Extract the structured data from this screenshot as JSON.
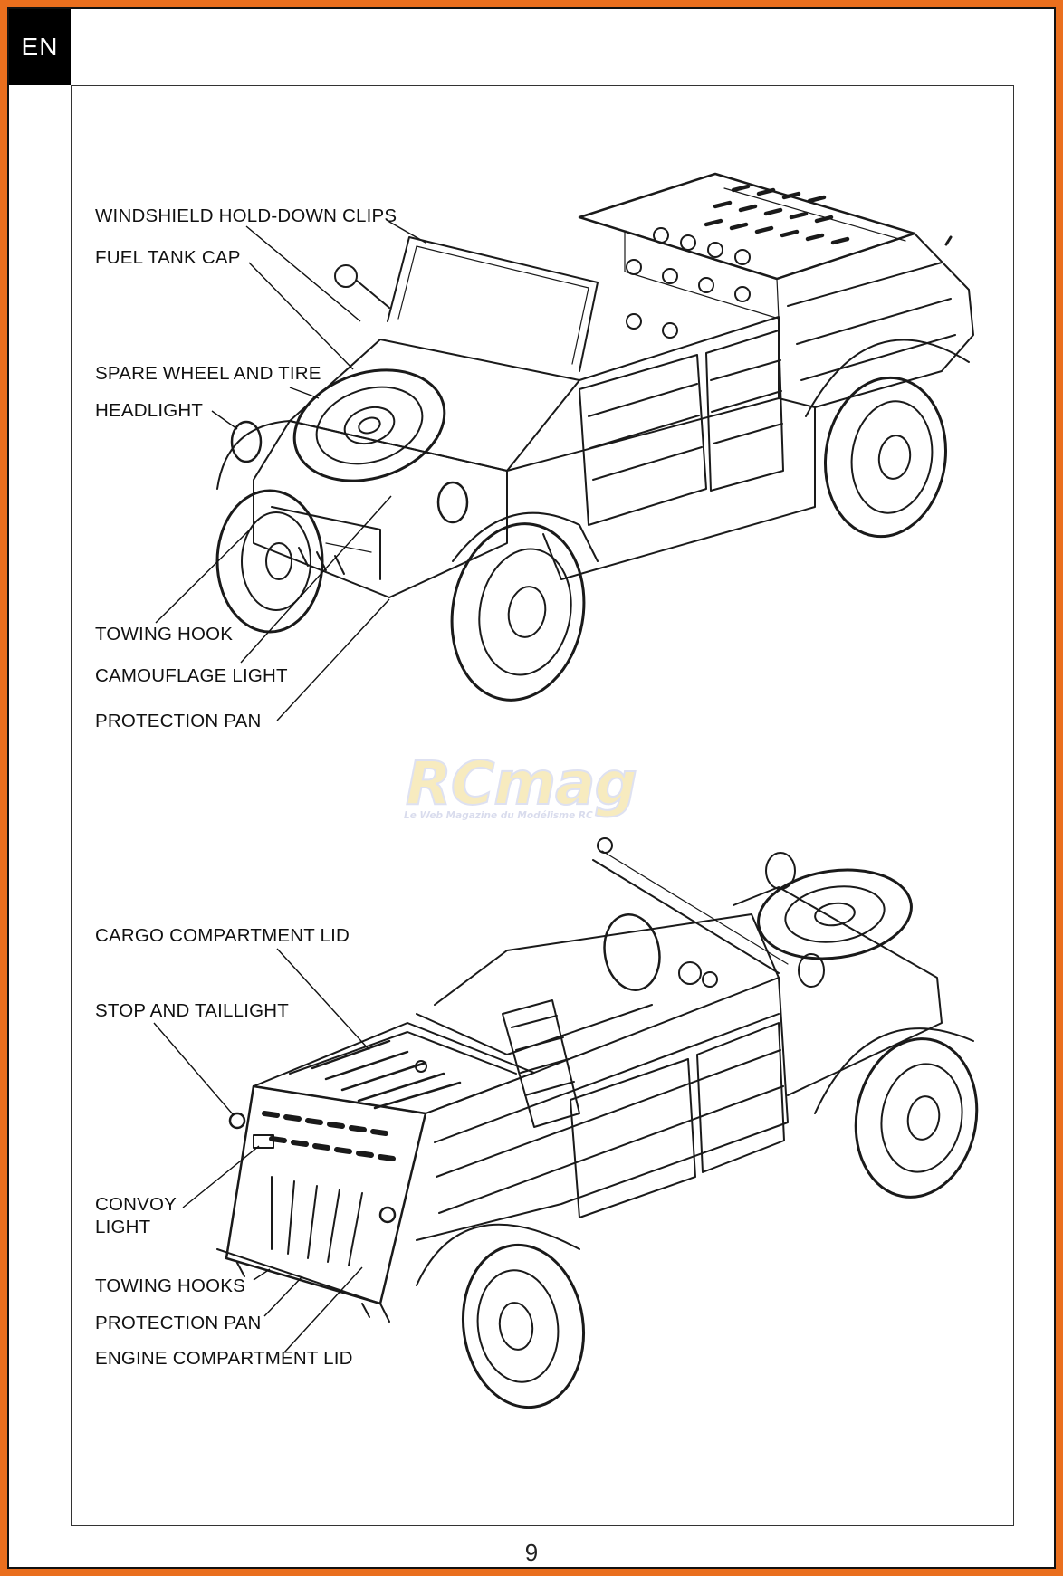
{
  "language_tab": "EN",
  "page_number": "9",
  "watermark": {
    "brand": "RCmag",
    "tagline": "Le Web Magazine du Modélisme RC"
  },
  "figure_front": {
    "labels": {
      "windshield": "WINDSHIELD HOLD-DOWN CLIPS",
      "fuel_cap": "FUEL TANK CAP",
      "spare_wheel": "SPARE WHEEL AND TIRE",
      "headlight": "HEADLIGHT",
      "towing_hook": "TOWING HOOK",
      "camo_light": "CAMOUFLAGE LIGHT",
      "protection_pan": "PROTECTION PAN"
    }
  },
  "figure_rear": {
    "labels": {
      "cargo_lid": "CARGO COMPARTMENT LID",
      "stop_taillight": "STOP AND TAILLIGHT",
      "convoy_1": "CONVOY",
      "convoy_2": "LIGHT",
      "towing_hooks": "TOWING HOOKS",
      "protection_pan": "PROTECTION PAN",
      "engine_lid": "ENGINE COMPARTMENT LID"
    }
  },
  "colors": {
    "border": "#ea6f1e",
    "ink": "#111111",
    "tab_bg": "#000000",
    "watermark_fill": "#e9c43c",
    "watermark_outline": "#9aa4d6"
  }
}
